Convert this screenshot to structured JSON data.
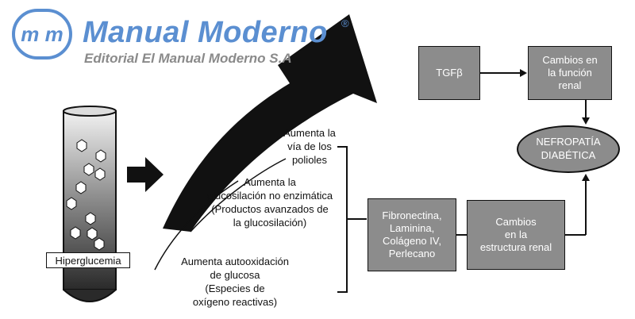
{
  "logo": {
    "mark_text": "m m",
    "title": "Manual Moderno",
    "registered": "®",
    "subtitle": "Editorial El Manual Moderno S.A"
  },
  "tube": {
    "label": "Hiperglucemia"
  },
  "pathways": {
    "polioles": "Aumenta la\nvía de los\npolioles",
    "glucosilacion": "Aumenta la\nglucosilación no enzimática\n(Productos avanzados de\nla glucosilación)",
    "autooxidacion": "Aumenta autooxidación\nde glucosa\n(Especies de\noxígeno reactivas)"
  },
  "boxes": {
    "tgf": "TGFβ",
    "cambios_funcion": "Cambios en\nla función\nrenal",
    "matriz": "Fibronectina,\nLaminina,\nColágeno IV,\nPerlecano",
    "cambios_estructura": "Cambios\nen la\nestructura renal"
  },
  "outcome": {
    "label": "NEFROPATÍA\nDIABÉTICA"
  },
  "colors": {
    "box_fill": "#8c8c8c",
    "arrow_fill": "#111111",
    "logo_blue": "#5b8fd1",
    "logo_gray": "#8a8a8a"
  }
}
